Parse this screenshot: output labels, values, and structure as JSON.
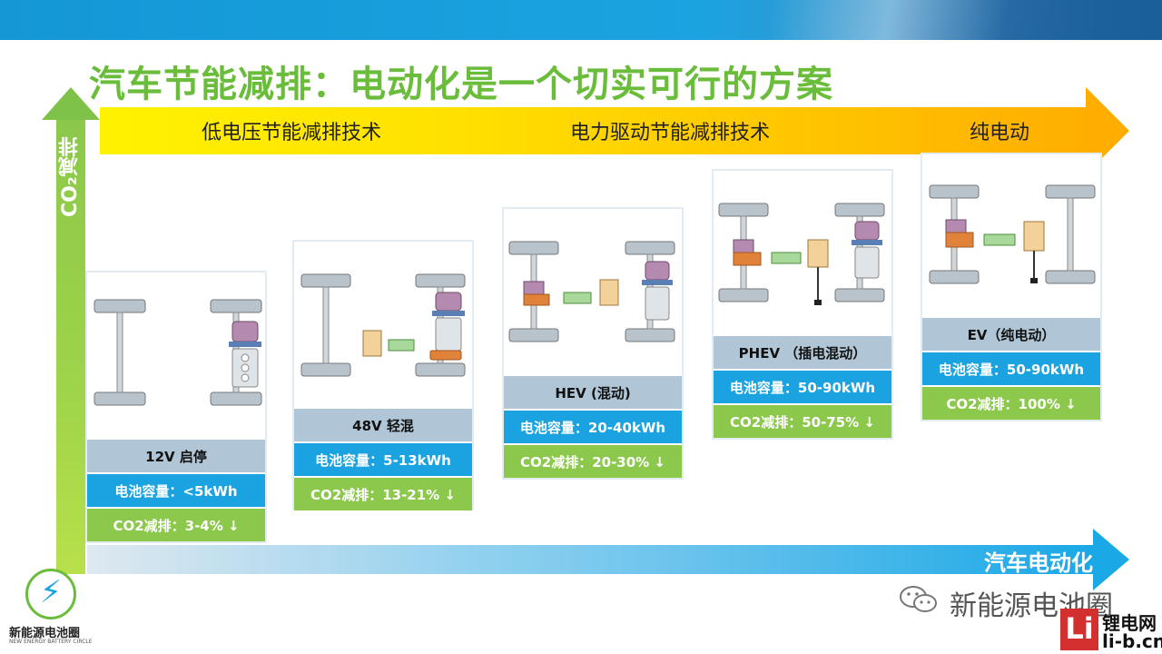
{
  "title": "汽车节能减排：电动化是一个切实可行的方案",
  "axes": {
    "vertical_label": "CO₂减排",
    "horizontal_label": "汽车电动化"
  },
  "stages": [
    {
      "label": "低电压节能减排技术"
    },
    {
      "label": "电力驱动节能减排技术"
    },
    {
      "label": "纯电动"
    }
  ],
  "cards": [
    {
      "name": "12V 启停",
      "capacity": "电池容量：<5kWh",
      "co2": "CO2减排：3-4% ↓"
    },
    {
      "name": "48V 轻混",
      "capacity": "电池容量：5-13kWh",
      "co2": "CO2减排：13-21% ↓"
    },
    {
      "name": "HEV (混动)",
      "capacity": "电池容量：20-40kWh",
      "co2": "CO2减排：20-30% ↓"
    },
    {
      "name": "PHEV （插电混动）",
      "capacity": "电池容量：50-90kWh",
      "co2": "CO2减排：50-75% ↓"
    },
    {
      "name": "EV（纯电动）",
      "capacity": "电池容量：50-90kWh",
      "co2": "CO2减排：100% ↓"
    }
  ],
  "footer": {
    "logo_name": "新能源电池圈",
    "logo_sub": "NEW ENERGY BATTERY CIRCLE",
    "wechat_name": "新能源电池圈",
    "site_letter": "Li",
    "site_name": "锂电网",
    "site_url": "li-b.cn"
  },
  "colors": {
    "title_green": "#6abd3a",
    "capacity_blue": "#1aa3e0",
    "co2_green": "#8cc84b",
    "name_gray": "#b0c6d6",
    "arrow_yellow": "#ffc600"
  }
}
